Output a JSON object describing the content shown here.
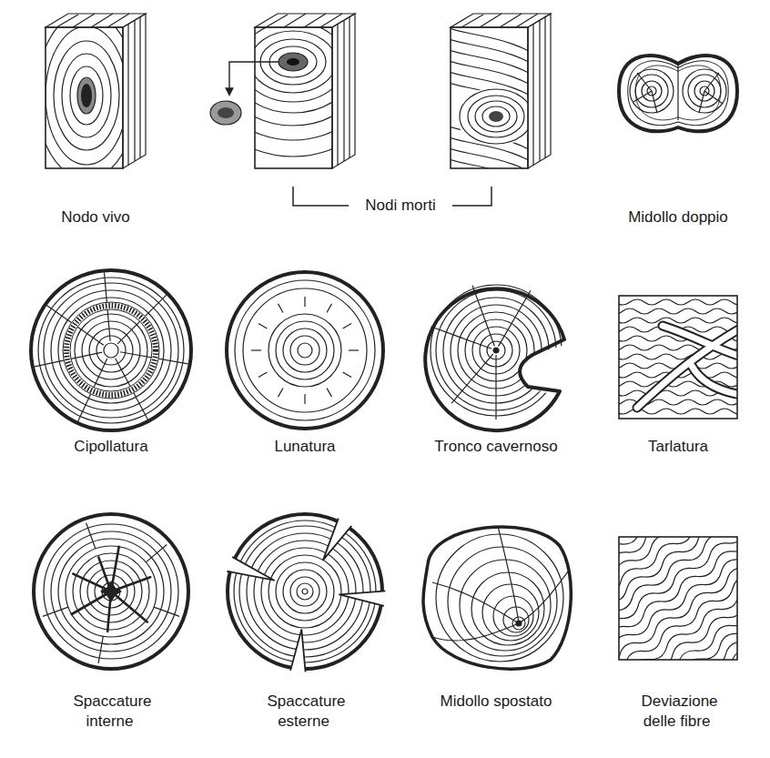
{
  "diagram": {
    "labels": [
      "Nodo vivo",
      "Nodi morti",
      "Midollo doppio",
      "Cipollatura",
      "Lunatura",
      "Tronco cavernoso",
      "Tarlatura",
      "Spaccature interne",
      "Spaccature esterne",
      "Midollo spostato",
      "Deviazione delle fibre"
    ]
  }
}
